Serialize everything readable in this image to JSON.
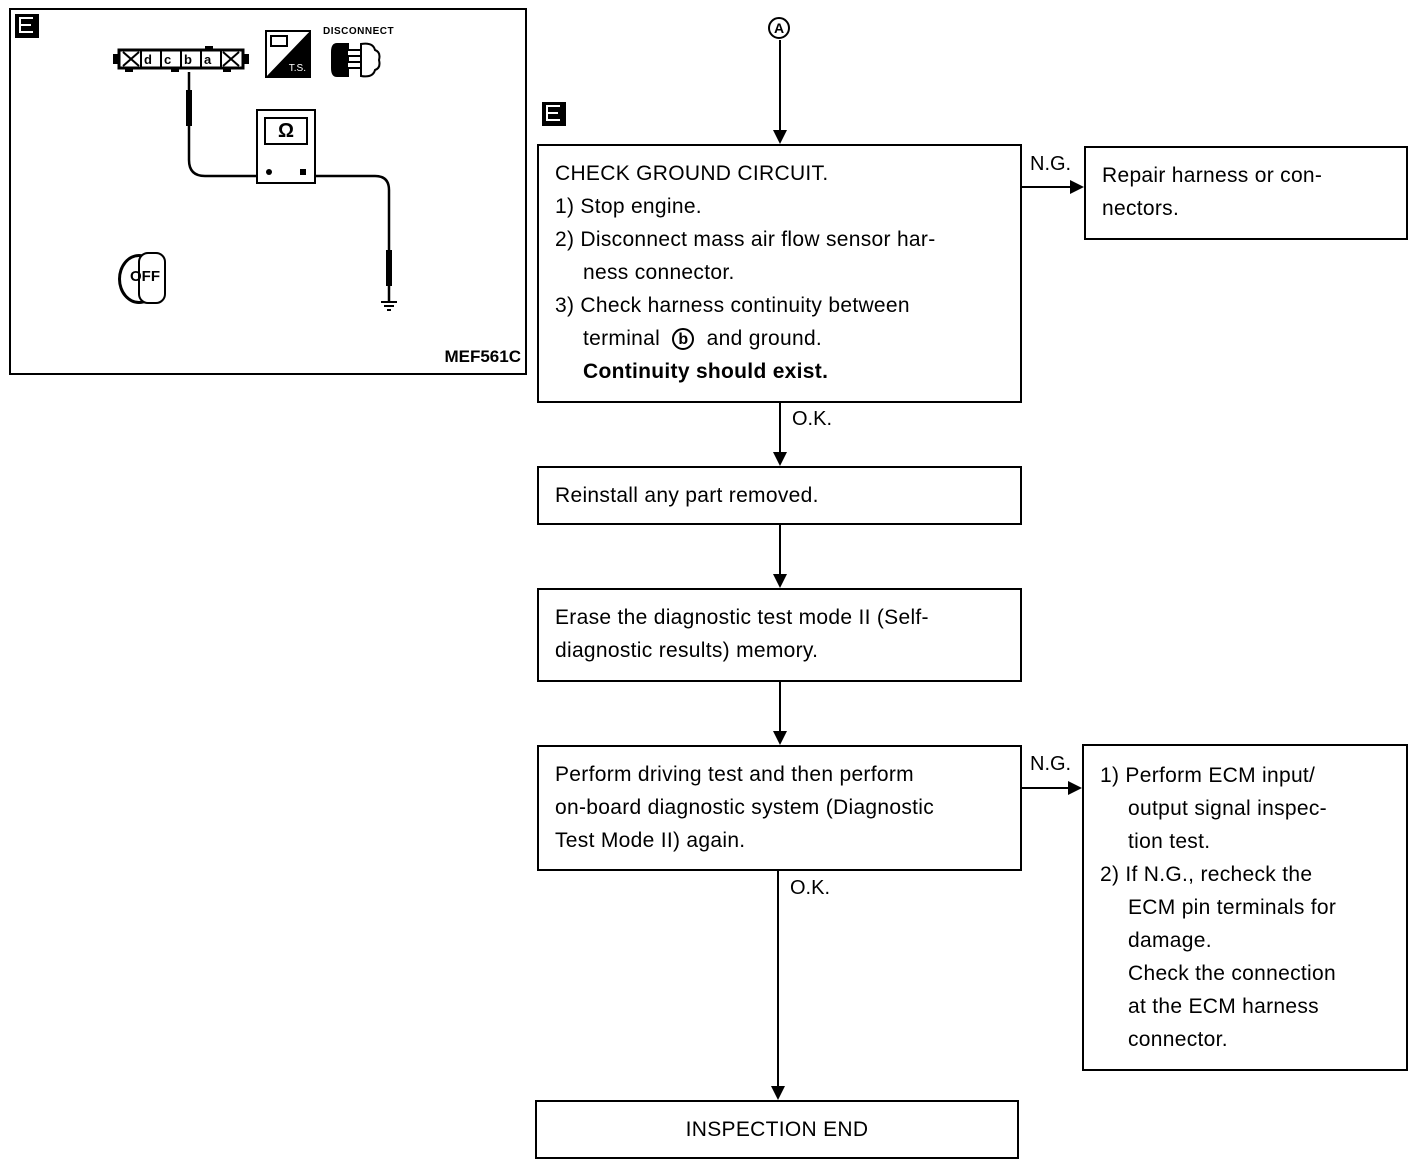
{
  "figure": {
    "section_badge": "E",
    "connector_terminals": [
      "d",
      "c",
      "b",
      "a"
    ],
    "meter_symbol": "Ω",
    "ts_label": "T.S.",
    "disconnect_label": "DISCONNECT",
    "ignition_label": "OFF",
    "figure_code": "MEF561C"
  },
  "flowchart": {
    "entry_connector": "A",
    "section_badge": "E",
    "step1": {
      "title": "CHECK GROUND CIRCUIT.",
      "items": [
        "1) Stop engine.",
        "2) Disconnect mass air flow sensor har-",
        "ness connector.",
        "3) Check harness continuity between",
        "terminal",
        "b",
        "and ground.",
        "Continuity should exist."
      ]
    },
    "step1_ng_label": "N.G.",
    "step1_ng_box": [
      "Repair harness or con-",
      "nectors."
    ],
    "step1_ok_label": "O.K.",
    "step2": [
      "Reinstall any part removed."
    ],
    "step3": [
      "Erase the diagnostic test mode II (Self-",
      "diagnostic results) memory."
    ],
    "step4": [
      "Perform driving test and then perform",
      "on-board diagnostic system (Diagnostic",
      "Test Mode II) again."
    ],
    "step4_ng_label": "N.G.",
    "step4_ng_box": [
      "1) Perform ECM input/",
      "output signal inspec-",
      "tion test.",
      "2) If N.G., recheck the",
      "ECM pin terminals for",
      "damage.",
      "Check the connection",
      "at the ECM harness",
      "connector."
    ],
    "step4_ok_label": "O.K.",
    "end": "INSPECTION END"
  }
}
